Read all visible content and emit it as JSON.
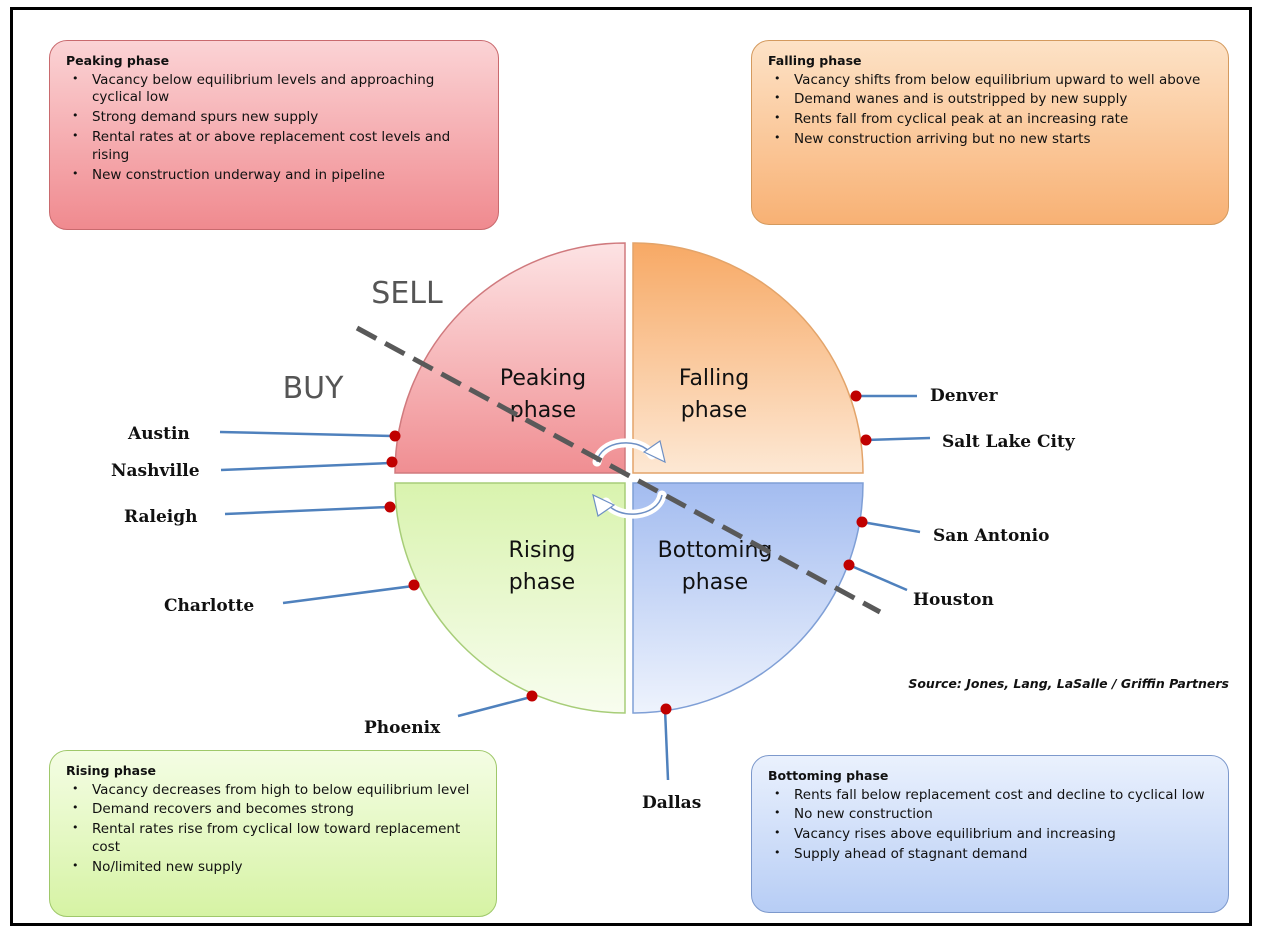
{
  "boxes": {
    "peaking": {
      "title": "Peaking phase",
      "bullets": [
        "Vacancy below equilibrium levels and approaching cyclical low",
        "Strong demand spurs new supply",
        "Rental rates at or above replacement cost levels and rising",
        "New construction underway and in pipeline"
      ]
    },
    "falling": {
      "title": "Falling phase",
      "bullets": [
        "Vacancy shifts from below equilibrium upward to well above",
        "Demand wanes and is outstripped by new supply",
        "Rents fall from cyclical peak at an increasing rate",
        "New construction arriving but no new starts"
      ]
    },
    "rising": {
      "title": "Rising phase",
      "bullets": [
        "Vacancy decreases from high to below equilibrium level",
        "Demand recovers and becomes strong",
        "Rental rates rise from cyclical low toward replacement cost",
        "No/limited new supply"
      ]
    },
    "bottoming": {
      "title": "Bottoming phase",
      "bullets": [
        "Rents fall below replacement cost and decline to cyclical low",
        "No new construction",
        "Vacancy rises above equilibrium and increasing",
        "Supply ahead of stagnant demand"
      ]
    }
  },
  "quadrants": {
    "peaking": {
      "line1": "Peaking",
      "line2": "phase",
      "color": "#f4a3a6"
    },
    "falling": {
      "line1": "Falling",
      "line2": "phase",
      "color": "#f8c08c"
    },
    "rising": {
      "line1": "Rising",
      "line2": "phase",
      "color": "#e3f5c3"
    },
    "bottoming": {
      "line1": "Bottoming",
      "line2": "phase",
      "color": "#b9cdf3"
    }
  },
  "labels": {
    "sell": "SELL",
    "buy": "BUY"
  },
  "cities": {
    "austin": "Austin",
    "nashville": "Nashville",
    "raleigh": "Raleigh",
    "charlotte": "Charlotte",
    "phoenix": "Phoenix",
    "dallas": "Dallas",
    "denver": "Denver",
    "salt_lake_city": "Salt Lake City",
    "san_antonio": "San Antonio",
    "houston": "Houston"
  },
  "source": "Source: Jones, Lang, LaSalle / Griffin Partners",
  "colors": {
    "marker": "#c00000",
    "leader": "#4f81bd",
    "dash": "#595959"
  }
}
